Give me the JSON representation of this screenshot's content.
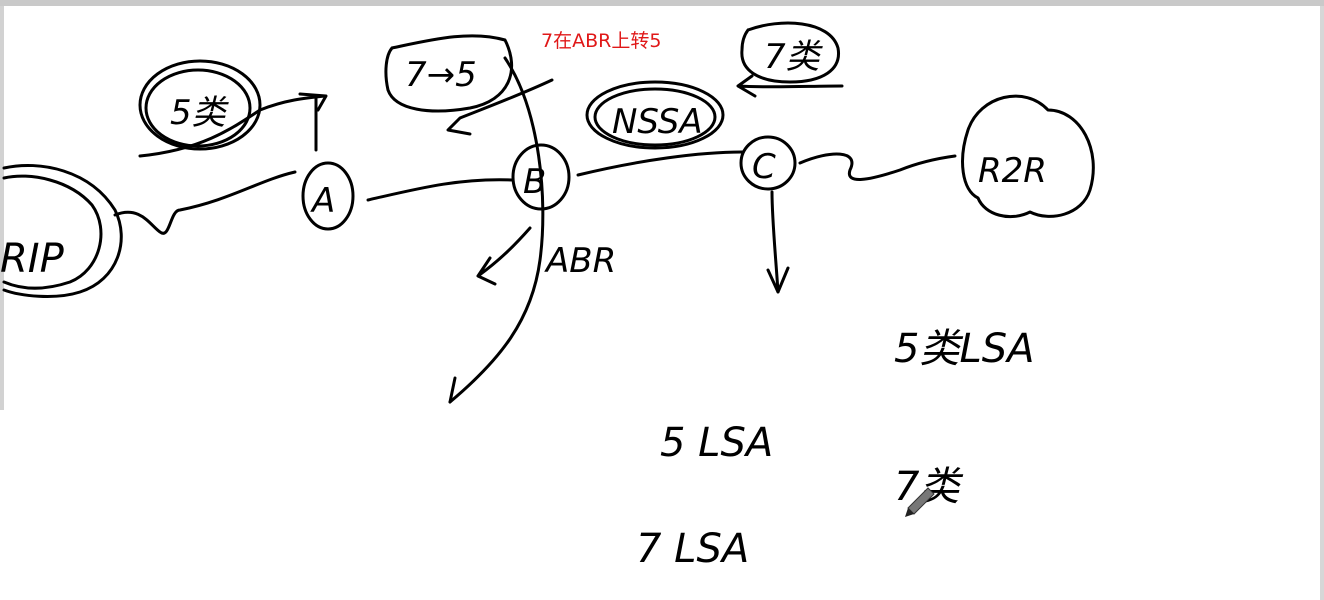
{
  "caption": "7在ABR上转5",
  "colors": {
    "caption": "#e01818",
    "ink": "#000000",
    "chrome": "#c9c9c9"
  },
  "routers": {
    "a": "A",
    "b": "B",
    "c": "C"
  },
  "clouds": {
    "rip": "RIP",
    "r2r": "R2R"
  },
  "bubbles": {
    "type5": "5类",
    "conv": "7→5",
    "nssa": "NSSA",
    "type7": "7类"
  },
  "labels": {
    "abr": "ABR",
    "type5_lsa": "5类LSA",
    "five_lsa": "5 LSA",
    "type7": "7类",
    "seven_lsa": "7 LSA"
  },
  "icons": {
    "pen": "pen-cursor-icon"
  }
}
